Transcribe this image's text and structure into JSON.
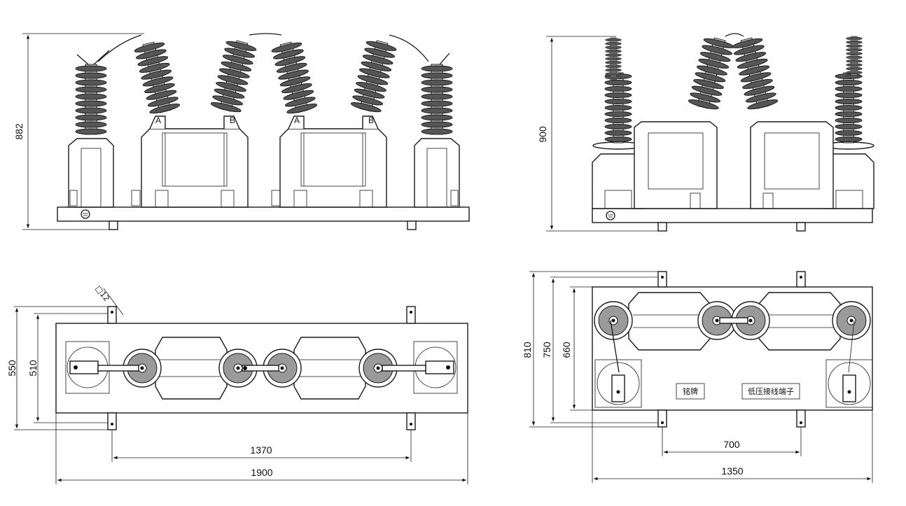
{
  "views": {
    "front_left": {
      "phase_labels": [
        "A",
        "B",
        "A",
        "B"
      ],
      "height_dim": "882"
    },
    "front_right": {
      "height_dim": "900"
    },
    "top_left": {
      "length_dim": "1900",
      "mount_dim": "1370",
      "width_dim": "550",
      "inner_dim": "510",
      "hole_note": "□12"
    },
    "top_right": {
      "length_dim": "1350",
      "mount_dim": "700",
      "dim_810": "810",
      "dim_750": "750",
      "dim_660": "660",
      "nameplate": "铭牌",
      "lv_terminal": "低压接线端子"
    }
  }
}
